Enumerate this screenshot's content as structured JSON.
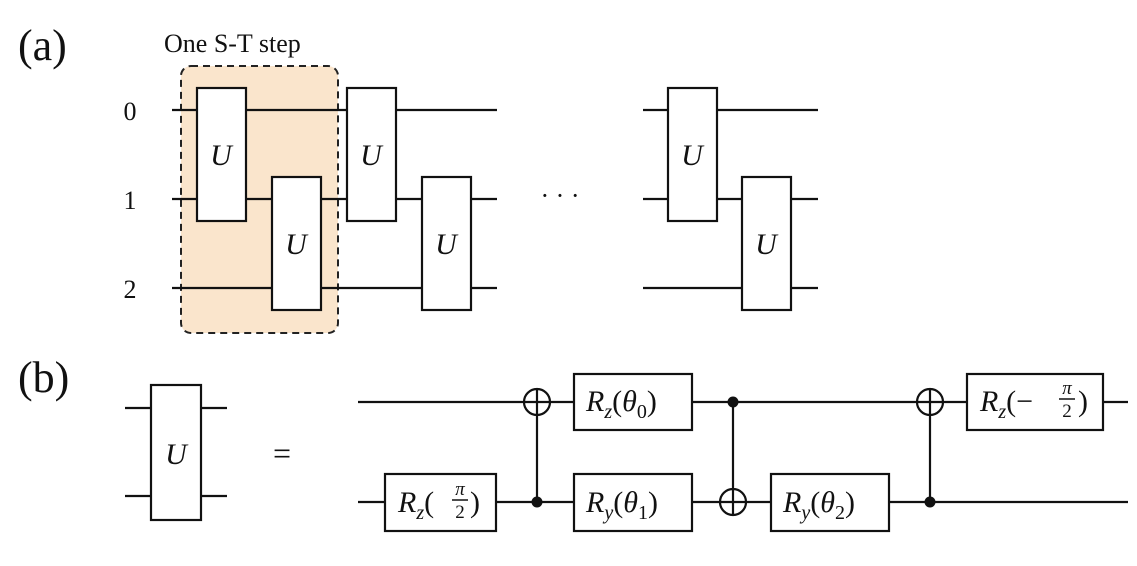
{
  "panel_a": {
    "label": "(a)",
    "step_label": "One S-T step",
    "highlight_color": "#fae5cc",
    "qubits": [
      "0",
      "1",
      "2"
    ],
    "gate_label": "U",
    "ellipsis": "· · ·"
  },
  "panel_b": {
    "label": "(b)",
    "gate_label": "U",
    "equals": "=",
    "rz_pi2": {
      "base": "R",
      "sub": "z",
      "open": "(",
      "num": "π",
      "den": "2",
      "close": ")"
    },
    "rz_theta0": {
      "base": "R",
      "sub": "z",
      "open": "(",
      "var": "θ",
      "var_sub": "0",
      "close": ")"
    },
    "ry_theta1": {
      "base": "R",
      "sub": "y",
      "open": "(",
      "var": "θ",
      "var_sub": "1",
      "close": ")"
    },
    "ry_theta2": {
      "base": "R",
      "sub": "y",
      "open": "(",
      "var": "θ",
      "var_sub": "2",
      "close": ")"
    },
    "rz_neg_pi2": {
      "base": "R",
      "sub": "z",
      "open": "(−",
      "num": "π",
      "den": "2",
      "close": ")"
    }
  }
}
